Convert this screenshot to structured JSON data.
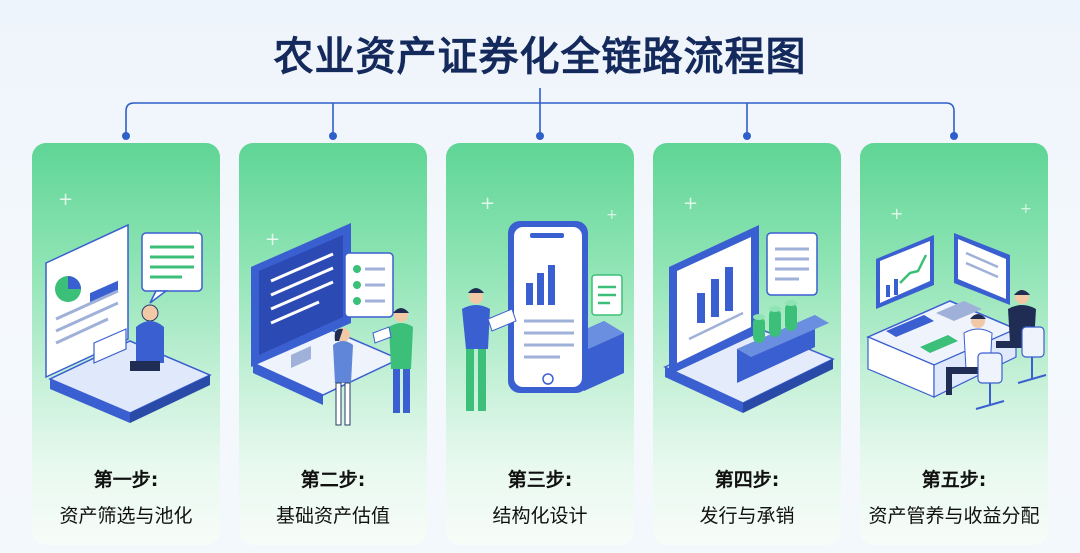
{
  "title": "农业资产证券化全链路流程图",
  "colors": {
    "title": "#152a5c",
    "connector": "#2f5fc9",
    "card_green": "#5fd595",
    "accent_blue": "#3a5fd0"
  },
  "steps": [
    {
      "label": "第一步:",
      "name": "资产筛选与池化",
      "icon": "document-pie-chart-person-icon"
    },
    {
      "label": "第二步:",
      "name": "基础资产估值",
      "icon": "monitor-two-people-icon"
    },
    {
      "label": "第三步:",
      "name": "结构化设计",
      "icon": "smartphone-bar-chart-person-icon"
    },
    {
      "label": "第四步:",
      "name": "发行与承销",
      "icon": "monitor-bar-chart-coins-icon"
    },
    {
      "label": "第五步:",
      "name": "资产管养与收益分配",
      "icon": "office-desk-two-workers-icon"
    }
  ]
}
